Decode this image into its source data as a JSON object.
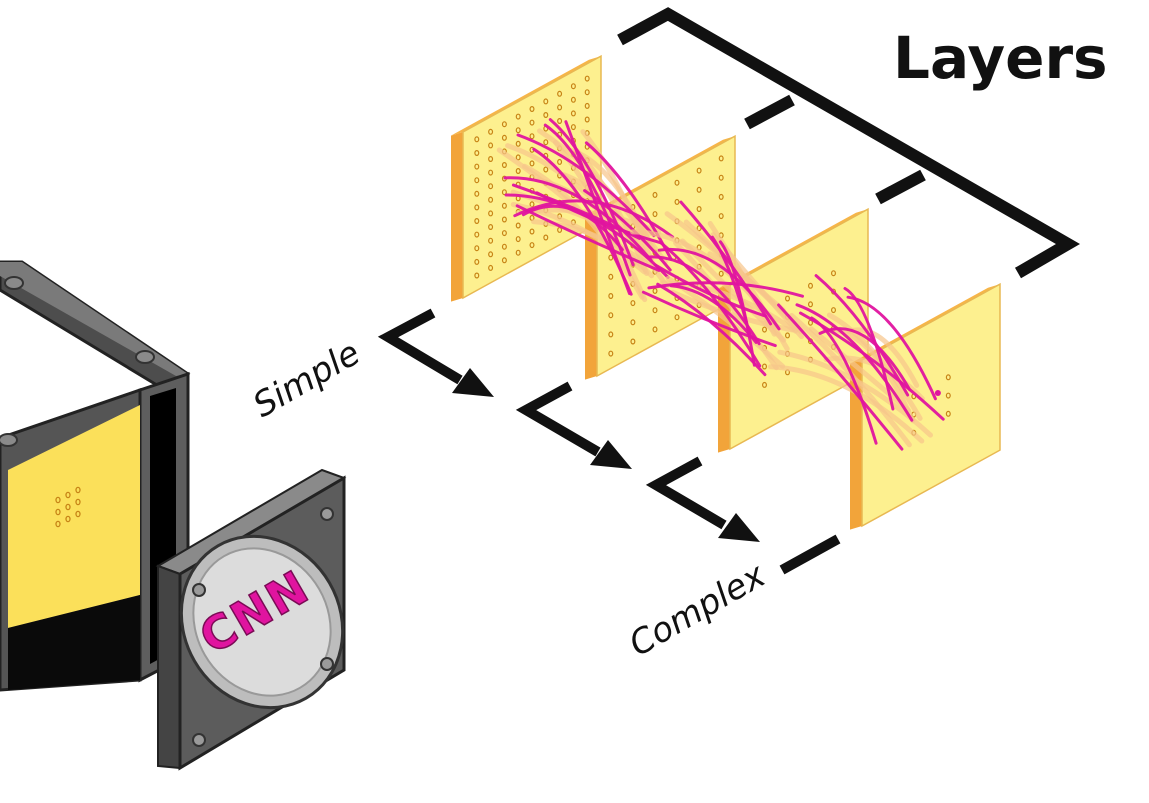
{
  "title": "Layers",
  "labels": {
    "simple": "Simple",
    "complex": "Complex"
  },
  "badge": {
    "text": "CNN",
    "icon": "cnn-badge-icon"
  },
  "layer_count": 4,
  "colors": {
    "layer_face": "#fdf08f",
    "layer_edge": "#f2a43a",
    "layer_top": "#f7b548",
    "connection": "#e0149f",
    "connection_soft": "#f7c58a",
    "node": "#c78416",
    "bracket": "#111111",
    "box_dark": "#4a4a4a",
    "box_light": "#6a6a6a",
    "box_face": "#fbe05a",
    "badge_text": "#e0149f"
  }
}
